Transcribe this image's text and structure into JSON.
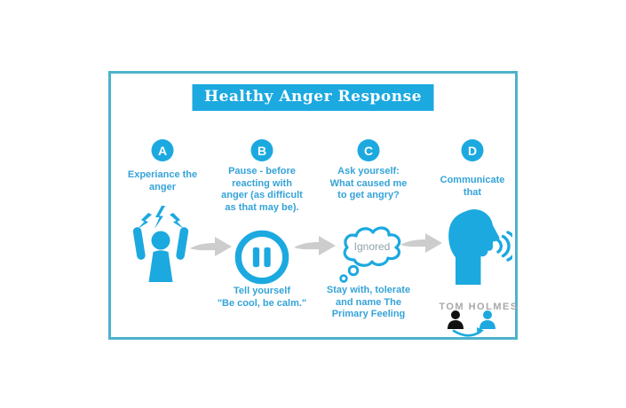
{
  "title": "Healthy Anger Response",
  "steps": [
    {
      "letter": "A",
      "top_text": "Experiance the\nanger",
      "icon": "angry-person-icon"
    },
    {
      "letter": "B",
      "top_text": "Pause - before\nreacting with\nanger (as difficult\nas that may be).",
      "bottom_text": "Tell yourself\n\"Be cool, be calm.\"",
      "icon": "pause-icon"
    },
    {
      "letter": "C",
      "top_text": "Ask yourself:\nWhat caused me\nto get angry?",
      "thought_bubble": "Ignored",
      "bottom_text": "Stay with, tolerate\nand name The\nPrimary Feeling",
      "icon": "thought-cloud-icon"
    },
    {
      "letter": "D",
      "top_text": "Communicate\nthat",
      "icon": "talking-head-icon"
    }
  ],
  "connector_icon": "arrow-right-icon",
  "logo": {
    "brand": "TOM HOLMES"
  },
  "colors": {
    "accent": "#1ca9e0",
    "card_border": "#4db2cd",
    "step_text": "#35a3d8",
    "arrow_gray": "#cdcdcd",
    "bubble_text": "#8fa3ac",
    "logo_text": "#a8a8a8",
    "title_text": "#ffffff",
    "logo_person_dark": "#111111"
  }
}
